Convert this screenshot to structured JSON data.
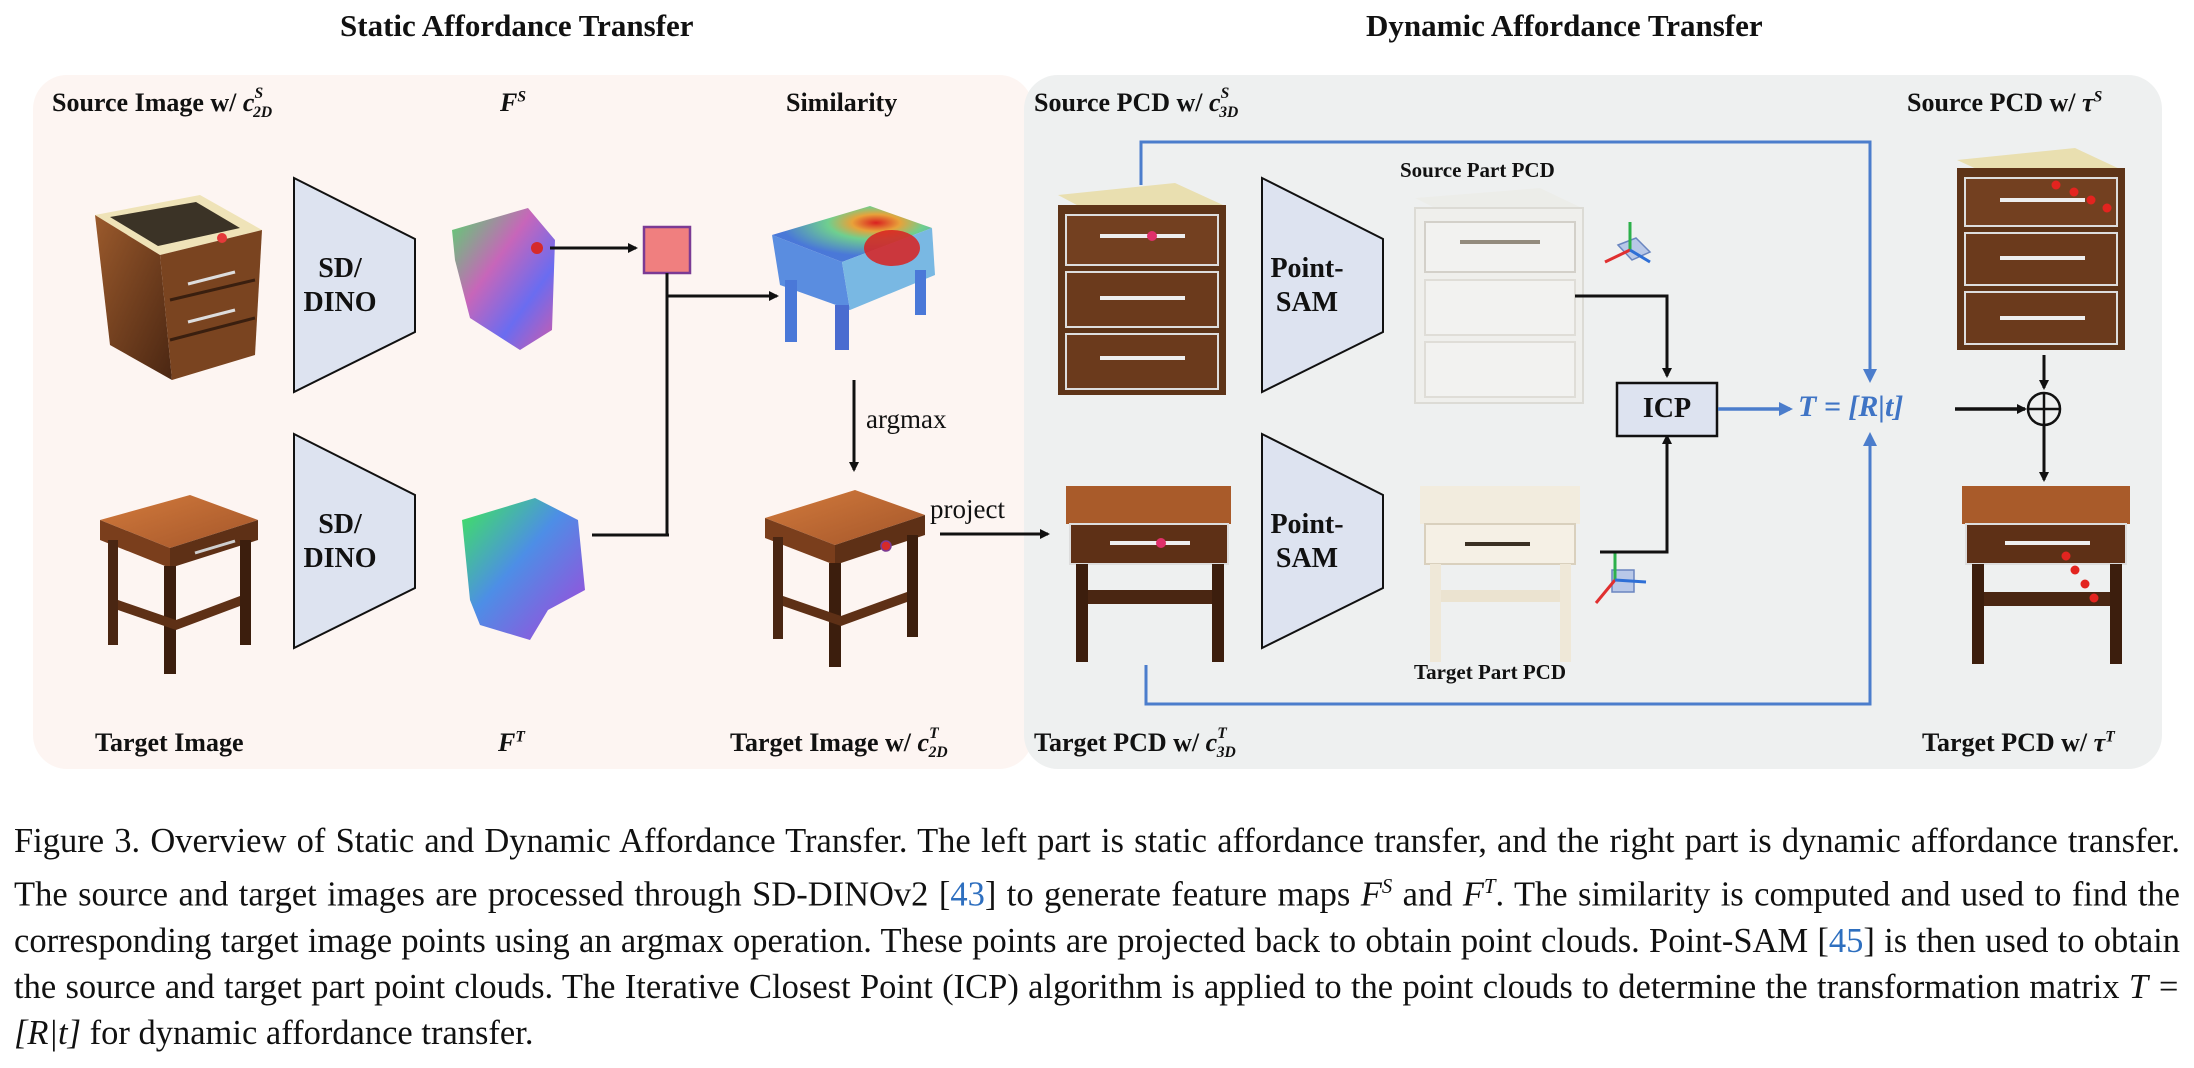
{
  "static_title": "Static Affordance Transfer",
  "dynamic_title": "Dynamic Affordance Transfer",
  "labels": {
    "source_image": "Source Image w/ ",
    "fs": "F",
    "similarity": "Similarity",
    "target_image": "Target Image",
    "ft": "F",
    "target_image_w": "Target Image w/ ",
    "source_pcd_c": "Source PCD w/ ",
    "source_pcd_tau": "Source PCD w/ ",
    "target_pcd_c": "Target PCD w/ ",
    "target_pcd_tau": "Target PCD w/ ",
    "source_part_pcd": "Source Part PCD",
    "target_part_pcd": "Target Part PCD",
    "sd_dino_top": "SD/\nDINO",
    "sd_dino_bottom": "SD/\nDINO",
    "pointsam_top": "Point-\nSAM",
    "pointsam_bottom": "Point-\nSAM",
    "icp": "ICP",
    "argmax": "argmax",
    "project": "project",
    "transform": "T = [R|t]"
  },
  "caption": {
    "fig_num": "Figure 3.",
    "t1": " Overview of Static and Dynamic Affordance Transfer. The left part is static affordance transfer, and the right part is dynamic affordance transfer. The source and target images are processed through SD-DINOv2 [",
    "ref1": "43",
    "t2": "] to generate feature maps ",
    "t3": " and ",
    "t4": ". The similarity is computed and used to find the corresponding target image points using an argmax operation. These points are projected back to obtain point clouds. Point-SAM [",
    "ref2": "45",
    "t5": "] is then used to obtain the source and target part point clouds. The Iterative Closest Point (ICP) algorithm is applied to the point clouds to determine the transformation matrix ",
    "t6": " for dynamic affordance transfer.",
    "math_fs": "F",
    "math_ft": "F",
    "math_T": "T = [R|t]"
  },
  "colors": {
    "static_bg": "#fdf5f2",
    "dynamic_bg": "#eef0f0",
    "box_fill": "#dde3f0",
    "arrow_blue": "#4b7dcc",
    "similarity_square": "#f07f7f",
    "square_border": "#7b3a94"
  }
}
